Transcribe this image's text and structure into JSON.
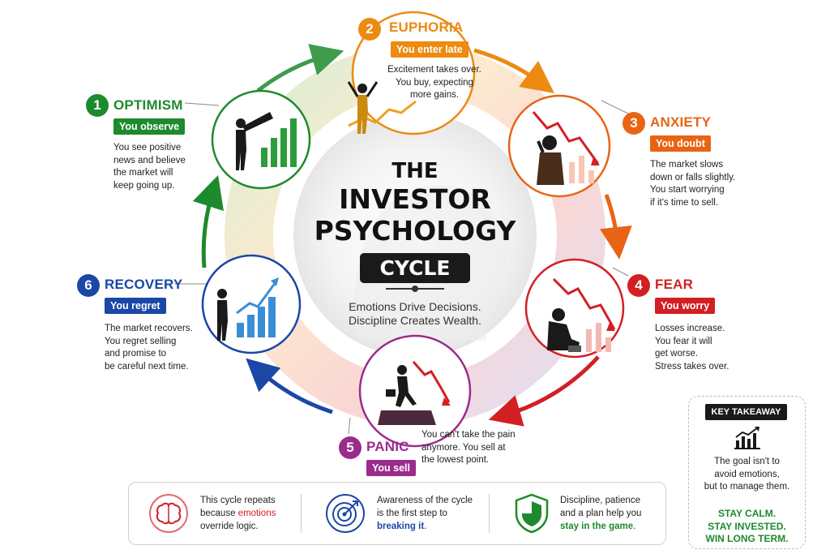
{
  "title": {
    "line1": "THE",
    "line2": "INVESTOR",
    "line3": "PSYCHOLOGY",
    "line4": "CYCLE",
    "tagline1": "Emotions Drive Decisions.",
    "tagline2": "Discipline Creates Wealth."
  },
  "stages": [
    {
      "num": "1",
      "title": "OPTIMISM",
      "badge": "You observe",
      "lines": [
        "You see positive",
        "news and believe",
        "the market will",
        "keep going up."
      ],
      "color": "#1e8a2e",
      "icon": "telescope-person-icon"
    },
    {
      "num": "2",
      "title": "EUPHORIA",
      "badge": "You enter late",
      "lines": [
        "Excitement takes over.",
        "You buy, expecting",
        "more gains."
      ],
      "color": "#ec8a12",
      "icon": "celebrating-person-icon"
    },
    {
      "num": "3",
      "title": "ANXIETY",
      "badge": "You doubt",
      "lines": [
        "The market slows",
        "down or falls slightly.",
        "You start worrying",
        "if it's time to sell."
      ],
      "color": "#e86414",
      "icon": "worried-person-icon"
    },
    {
      "num": "4",
      "title": "FEAR",
      "badge": "You worry",
      "lines": [
        "Losses increase.",
        "You fear it will",
        "get worse.",
        "Stress takes over."
      ],
      "color": "#d21f24",
      "icon": "sitting-person-icon"
    },
    {
      "num": "5",
      "title": "PANIC",
      "badge": "You sell",
      "lines": [
        "You can't take the pain",
        "anymore. You sell at",
        "the lowest point."
      ],
      "color": "#9b2b8d",
      "icon": "running-person-icon"
    },
    {
      "num": "6",
      "title": "RECOVERY",
      "badge": "You regret",
      "lines": [
        "The market recovers.",
        "You regret selling",
        "and promise to",
        "be careful next time."
      ],
      "color": "#1b47a6",
      "icon": "standing-person-icon"
    }
  ],
  "bottom": [
    {
      "icon": "brain-icon",
      "line1": "This cycle repeats",
      "line2_pre": "because ",
      "line2_hl": "emotions",
      "line3": "override logic."
    },
    {
      "icon": "target-icon",
      "line1": "Awareness of the cycle",
      "line2": "is the first step to",
      "line3_hl": "breaking it",
      "line3_post": "."
    },
    {
      "icon": "shield-icon",
      "line1": "Discipline, patience",
      "line2": "and a plan help you",
      "line3_hl": "stay in the game",
      "line3_post": "."
    }
  ],
  "takeaway": {
    "header": "KEY TAKEAWAY",
    "lines": [
      "The goal isn't to",
      "avoid emotions,",
      "but to manage them."
    ],
    "cta": [
      "STAY CALM.",
      "STAY INVESTED.",
      "WIN LONG TERM."
    ]
  },
  "colors": {
    "optimism": "#1e8a2e",
    "euphoria": "#ec8a12",
    "anxiety": "#e86414",
    "fear": "#d21f24",
    "panic": "#9b2b8d",
    "recovery": "#1b47a6",
    "dark": "#1a1a1a"
  }
}
